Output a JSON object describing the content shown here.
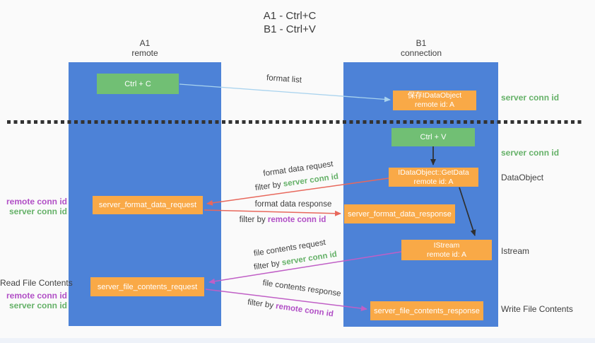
{
  "title": {
    "line1": "A1 - Ctrl+C",
    "line2": "B1 - Ctrl+V"
  },
  "lanes": {
    "left": {
      "name": "A1",
      "role": "remote"
    },
    "right": {
      "name": "B1",
      "role": "connection"
    }
  },
  "nodes": {
    "ctrl_c": {
      "label": "Ctrl + C"
    },
    "ctrl_v": {
      "label": "Ctrl + V"
    },
    "saved_dataobject": {
      "line1": "保存IDataObject",
      "line2": "remote id: A"
    },
    "getdata": {
      "line1": "IDataObject::GetData",
      "line2": "remote id: A"
    },
    "istream": {
      "line1": "IStream",
      "line2": "remote id: A"
    },
    "server_format_data_request": {
      "label": "server_format_data_request"
    },
    "server_format_data_response": {
      "label": "server_format_data_response"
    },
    "server_file_contents_request": {
      "label": "server_file_contents_request"
    },
    "server_file_contents_response": {
      "label": "server_file_contents_response"
    }
  },
  "edges": {
    "filter_by_label": "filter by",
    "format_list": {
      "label": "format list"
    },
    "format_data_request": {
      "label": "format data request",
      "filter": "server conn id"
    },
    "format_data_response": {
      "label": "format data response",
      "filter": "remote conn id"
    },
    "file_contents_request": {
      "label": "file contents request",
      "filter": "server conn id"
    },
    "file_contents_response": {
      "label": "file contents response",
      "filter": "remote conn id"
    }
  },
  "annotations": {
    "left_mid": {
      "line1": "remote conn id",
      "line2": "server conn id"
    },
    "read_file_contents": "Read File Contents",
    "left_bottom": {
      "line1": "remote conn id",
      "line2": "server conn id"
    },
    "server_conn_id_top": "server conn id",
    "server_conn_id_mid": "server conn id",
    "dataobject": "DataObject",
    "istream": "Istream",
    "write_file_contents": "Write File Contents"
  },
  "colors": {
    "background": "#fafafa",
    "lane_blue": "#4d82d7",
    "node_green": "#71bf74",
    "node_orange": "#f9a947",
    "arrow_blue": "#a9d3ee",
    "arrow_black": "#2f2f2f",
    "arrow_red": "#e8685c",
    "arrow_purple": "#c05fc6",
    "text_green": "#65b168",
    "text_purple": "#b14fc6",
    "text_dark": "#3f3f3f",
    "divider": "#333333"
  }
}
